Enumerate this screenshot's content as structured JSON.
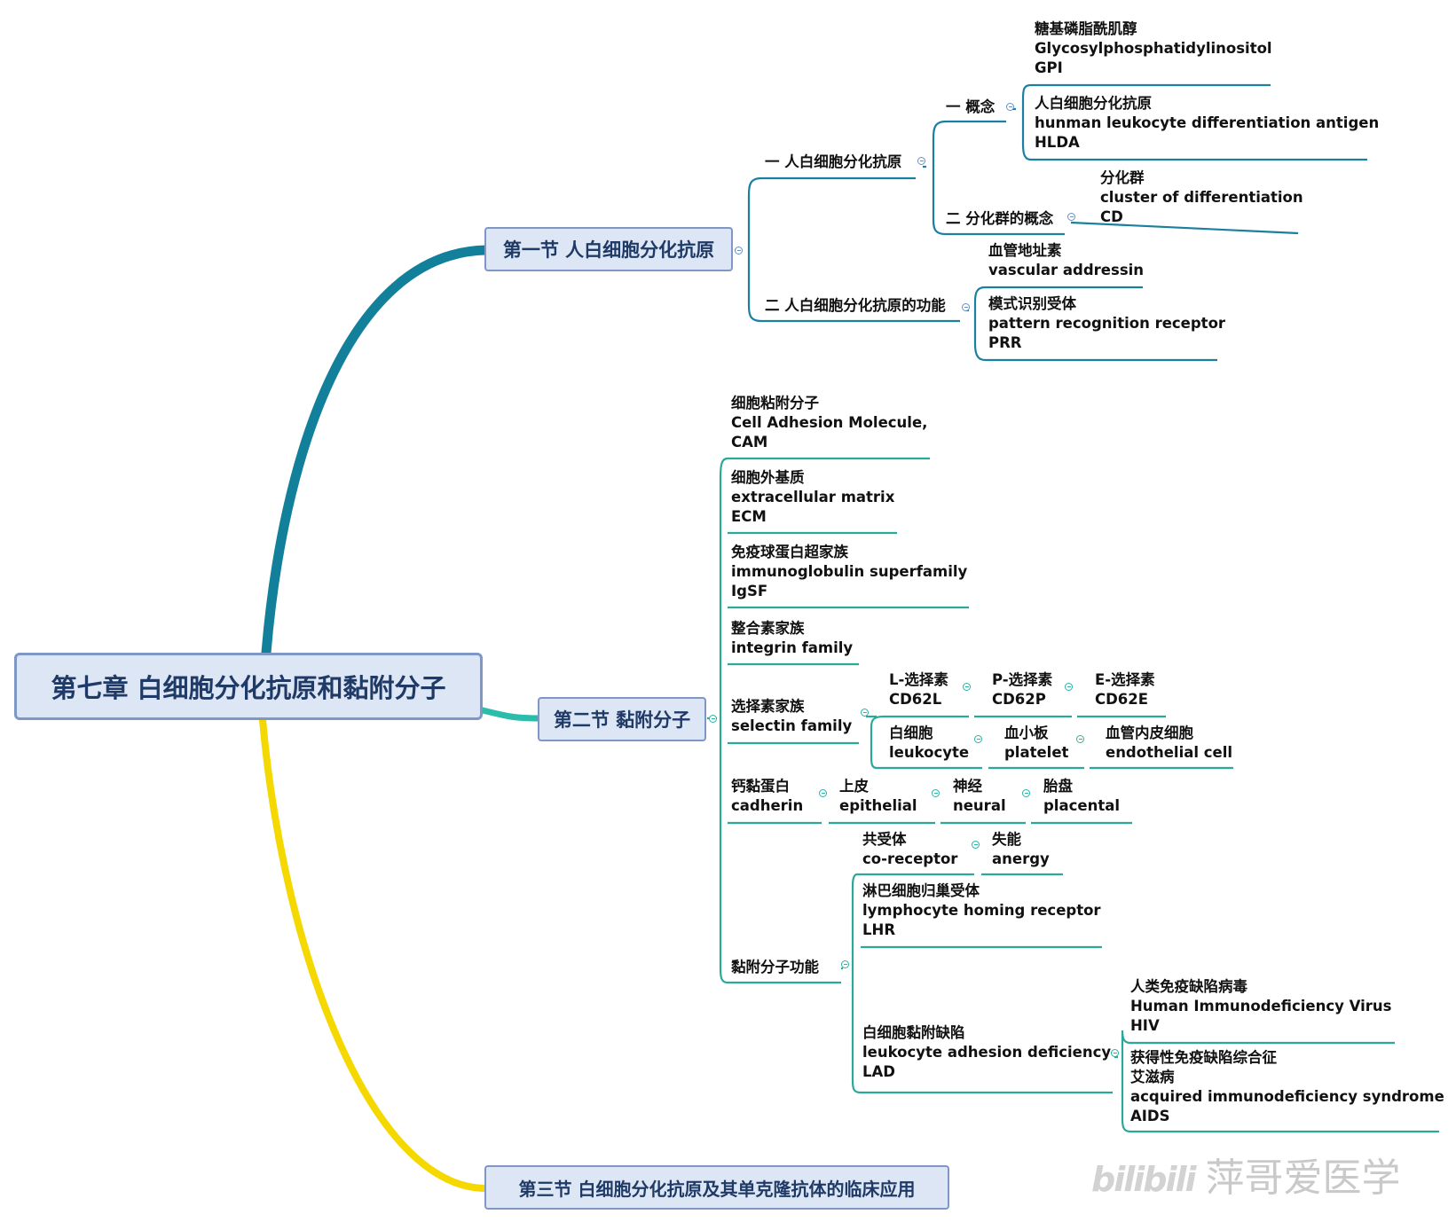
{
  "root": {
    "label": "第七章 白细胞分化抗原和黏附分子"
  },
  "sections": {
    "s1": {
      "label": "第一节 人白细胞分化抗原"
    },
    "s2": {
      "label": "第二节 黏附分子"
    },
    "s3": {
      "label": "第三节 白细胞分化抗原及其单克隆抗体的临床应用"
    }
  },
  "s1": {
    "a": {
      "label": "一 人白细胞分化抗原",
      "concept": {
        "label": "一 概念",
        "gpi": [
          "糖基磷脂酰肌醇",
          "Glycosylphosphatidylinositol",
          "GPI"
        ],
        "hlda": [
          "人白细胞分化抗原",
          "hunman leukocyte differentiation antigen",
          "HLDA"
        ]
      },
      "cd_concept": {
        "label": "二  分化群的概念",
        "cd": [
          "分化群",
          "cluster of differentiation",
          "CD"
        ]
      }
    },
    "b": {
      "label": "二 人白细胞分化抗原的功能",
      "vascular": [
        "血管地址素",
        "vascular addressin"
      ],
      "prr": [
        "模式识别受体",
        "pattern recognition receptor",
        "PRR"
      ]
    }
  },
  "s2": {
    "cam": [
      "细胞粘附分子",
      "Cell Adhesion Molecule,",
      "CAM"
    ],
    "ecm": [
      "细胞外基质",
      "extracellular matrix",
      "ECM"
    ],
    "igsf": [
      "免疫球蛋白超家族",
      "immunoglobulin superfamily",
      "IgSF"
    ],
    "integrin": [
      "整合素家族",
      "integrin family"
    ],
    "selectin": {
      "label": [
        "选择素家族",
        "selectin family"
      ],
      "l": [
        "L-选择素",
        "CD62L"
      ],
      "p": [
        "P-选择素",
        "CD62P"
      ],
      "e": [
        "E-选择素",
        "CD62E"
      ],
      "leuko": [
        "白细胞",
        "leukocyte"
      ],
      "platelet": [
        "血小板",
        "platelet"
      ],
      "endo": [
        "血管内皮细胞",
        "endothelial cell"
      ]
    },
    "cadherin": {
      "label": [
        "钙黏蛋白",
        "cadherin"
      ],
      "epi": [
        "上皮",
        "epithelial"
      ],
      "neural": [
        "神经",
        "neural"
      ],
      "placental": [
        "胎盘",
        "placental"
      ]
    },
    "function": {
      "label": "黏附分子功能",
      "corec": [
        "共受体",
        "co-receptor"
      ],
      "anergy": [
        "失能",
        "anergy"
      ],
      "lhr": [
        "淋巴细胞归巢受体",
        "lymphocyte homing receptor",
        "LHR"
      ],
      "lad": {
        "label": [
          "白细胞黏附缺陷",
          "leukocyte adhesion deficiency",
          "LAD"
        ],
        "hiv": [
          "人类免疫缺陷病毒",
          "Human Immunodeficiency Virus",
          "HIV"
        ],
        "aids": [
          "获得性免疫缺陷综合征",
          "艾滋病",
          "acquired immunodeficiency syndrome",
          "AIDS"
        ]
      }
    }
  },
  "watermark": {
    "logo": "bilibili",
    "text": "萍哥爱医学"
  },
  "colors": {
    "branch_s1": "#12809a",
    "branch_s2": "#2cbcab",
    "branch_s3": "#f5d800",
    "box_fill": "#dde6f4",
    "box_border": "#7f97c4",
    "box_text": "#1f3a66",
    "line_s1": "#1b7fa0",
    "line_s2": "#2aa898"
  }
}
